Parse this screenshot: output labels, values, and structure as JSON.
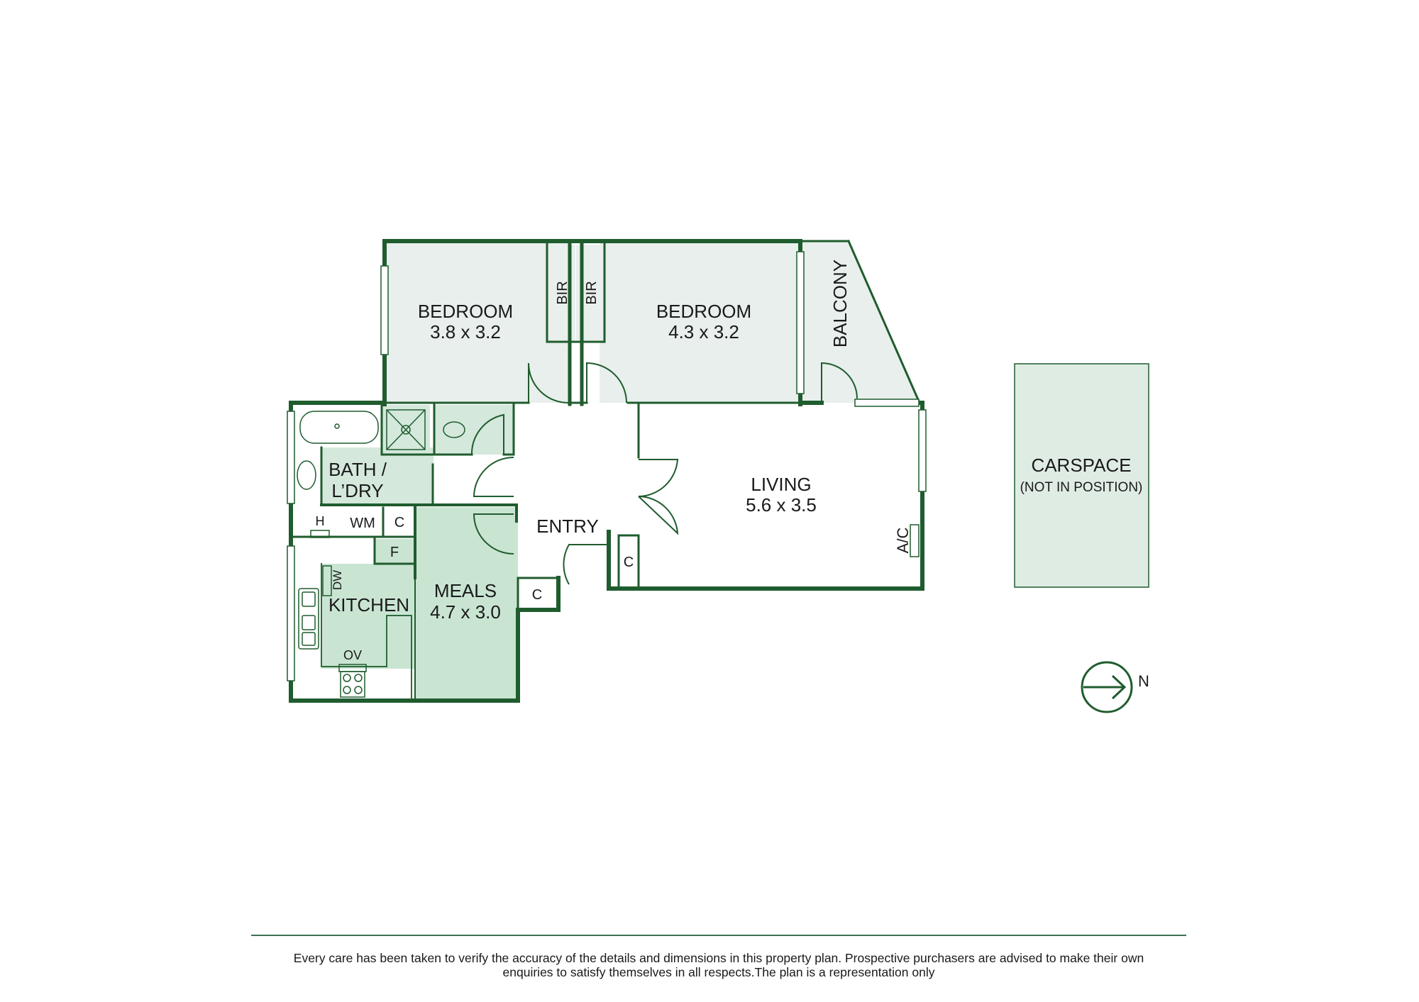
{
  "colors": {
    "wall": "#1f5c2e",
    "room_fill": "#e8efec",
    "wet_fill": "#d4e8dc",
    "meals_fill": "#c9e5d2",
    "carspace_fill": "#dfece4"
  },
  "rooms": {
    "bedroom1": {
      "name": "BEDROOM",
      "dims": "3.8 x 3.2"
    },
    "bedroom2": {
      "name": "BEDROOM",
      "dims": "4.3 x 3.2"
    },
    "living": {
      "name": "LIVING",
      "dims": "5.6 x 3.5"
    },
    "meals": {
      "name": "MEALS",
      "dims": "4.7 x 3.0"
    },
    "kitchen": {
      "name": "KITCHEN"
    },
    "bath_line1": "BATH /",
    "bath_line2": "L’DRY",
    "entry": "ENTRY",
    "balcony": "BALCONY"
  },
  "fixtures": {
    "bir1": "BIR",
    "bir2": "BIR",
    "wm": "WM",
    "h": "H",
    "c_laundry": "C",
    "c_entry": "C",
    "c_living": "C",
    "f": "F",
    "dw": "DW",
    "ov": "OV",
    "ac": "A/C"
  },
  "carspace": {
    "title": "CARSPACE",
    "note": "(NOT IN POSITION)"
  },
  "compass": {
    "label": "N",
    "icon": "north-arrow-icon"
  },
  "footer": {
    "line1": "Every care has been taken to verify the accuracy of the details and dimensions in this property plan. Prospective purchasers are advised to make their own",
    "line2": "enquiries to satisfy themselves in all respects.The plan is a representation only"
  }
}
